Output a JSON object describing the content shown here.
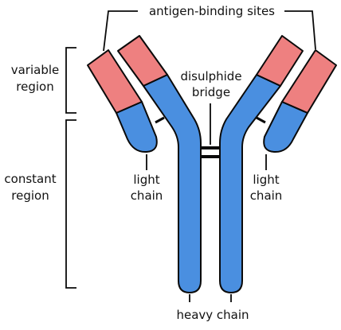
{
  "labels": {
    "antigen_binding_sites": "antigen-binding sites",
    "variable_region_line1": "variable",
    "variable_region_line2": "region",
    "constant_region_line1": "constant",
    "constant_region_line2": "region",
    "disulphide_line1": "disulphide",
    "disulphide_line2": "bridge",
    "light_chain_left_line1": "light",
    "light_chain_left_line2": "chain",
    "light_chain_right_line1": "light",
    "light_chain_right_line2": "chain",
    "heavy_chain": "heavy chain"
  },
  "colors": {
    "constant_blue": "#4a8fe0",
    "variable_pink": "#ee8080",
    "outline": "#0a0a0a",
    "text": "#111111",
    "background": "#ffffff"
  }
}
